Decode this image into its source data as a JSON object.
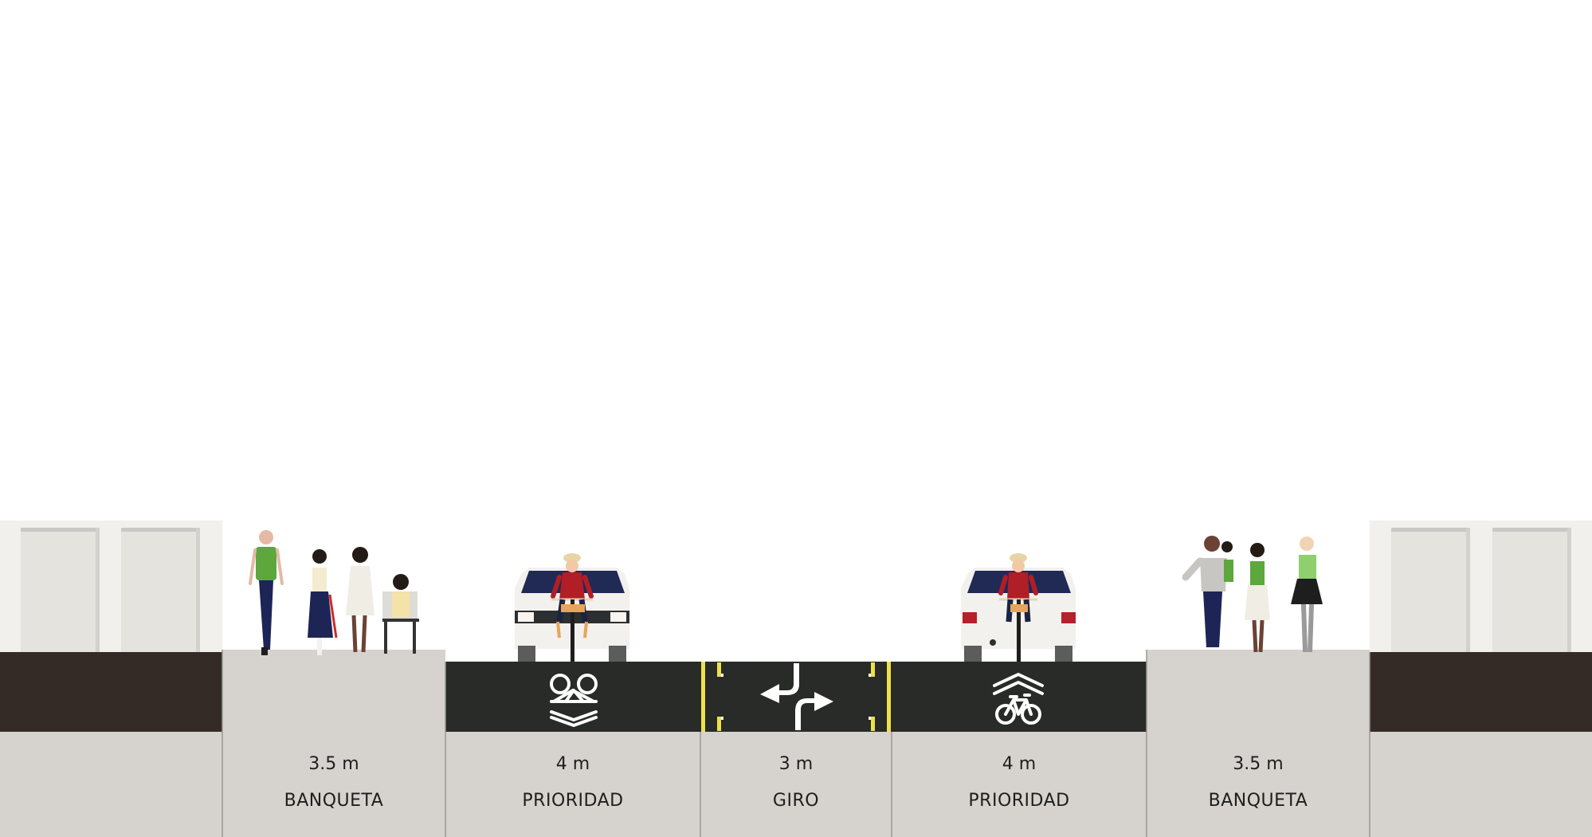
{
  "colors": {
    "background": "#ffffff",
    "building": "#f1f0ec",
    "building_door": "#e4e3de",
    "building_frame": "#c9c8c4",
    "ground_dark": "#342a26",
    "sidewalk": "#d6d3ce",
    "asphalt": "#282b28",
    "label_bg": "#d6d3ce",
    "divider": "#9a9892",
    "road_marking": "#ffffff",
    "lane_line_yellow": "#ede04b",
    "text": "#1e1e1e"
  },
  "segments": [
    {
      "width": "3.5 m",
      "name": "BANQUETA",
      "type": "sidewalk"
    },
    {
      "width": "4 m",
      "name": "PRIORIDAD",
      "type": "shared-lane",
      "marking": "tandem-bike-chevron-icon"
    },
    {
      "width": "3 m",
      "name": "GIRO",
      "type": "turn-lane",
      "marking": "turn-arrows-icon"
    },
    {
      "width": "4 m",
      "name": "PRIORIDAD",
      "type": "shared-lane",
      "marking": "sharrow-icon"
    },
    {
      "width": "3.5 m",
      "name": "BANQUETA",
      "type": "sidewalk"
    }
  ]
}
